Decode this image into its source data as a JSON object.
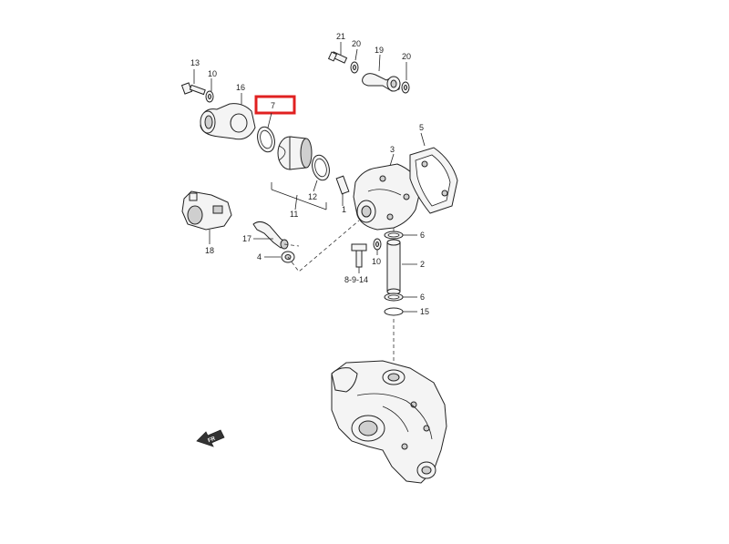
{
  "labels": {
    "p13": "13",
    "p10a": "10",
    "p16": "16",
    "p7": "7",
    "p21": "21",
    "p20a": "20",
    "p19": "19",
    "p20b": "20",
    "p5": "5",
    "p3": "3",
    "p12": "12",
    "p11": "11",
    "p1": "1",
    "p18": "18",
    "p17": "17",
    "p4": "4",
    "p6a": "6",
    "p2": "2",
    "p10b": "10",
    "p8914": "8-9-14",
    "p6b": "6",
    "p15": "15"
  },
  "colors": {
    "highlight": "#e02020",
    "line": "#222222"
  },
  "icons": {
    "front-arrow": "FR"
  }
}
